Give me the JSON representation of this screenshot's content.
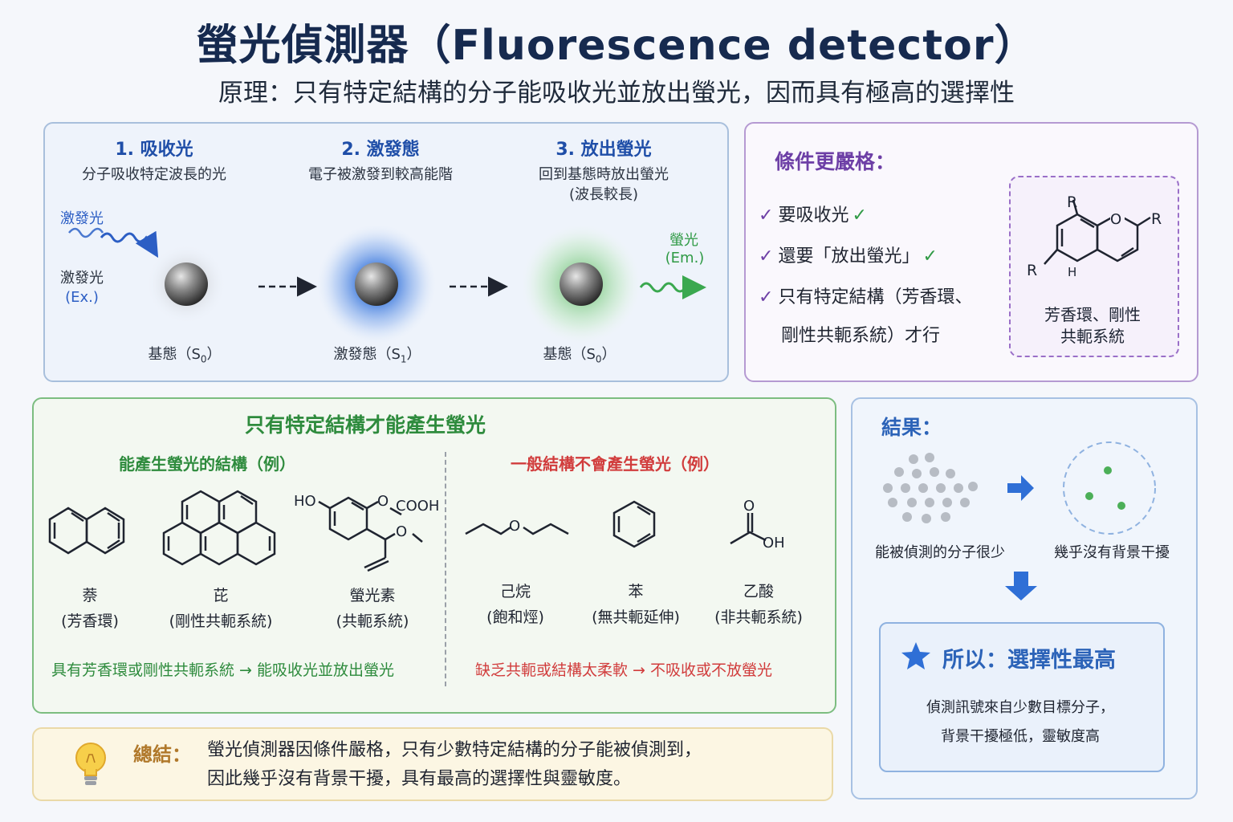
{
  "header": {
    "title": "螢光偵測器（Fluorescence detector）",
    "subtitle": "原理：只有特定結構的分子能吸收光並放出螢光，因而具有極高的選擇性"
  },
  "process": {
    "steps": [
      {
        "title": "1. 吸收光",
        "desc": "分子吸收特定波長的光"
      },
      {
        "title": "2. 激發態",
        "desc": "電子被激發到較高能階"
      },
      {
        "title": "3. 放出螢光",
        "desc_line1": "回到基態時放出螢光",
        "desc_line2": "(波長較長)"
      }
    ],
    "excitation_top": "激發光",
    "excitation_label": "激發光",
    "excitation_abbr": "(Ex.)",
    "emission_label": "螢光",
    "emission_abbr": "(Em.)",
    "states": {
      "ground1_text": "基態（S",
      "ground1_sub": "0",
      "ground1_close": "）",
      "excited_text": "激發態（S",
      "excited_sub": "1",
      "excited_close": "）",
      "ground2_text": "基態（S",
      "ground2_sub": "0",
      "ground2_close": "）"
    },
    "colors": {
      "excited_glow": "#6f9be6",
      "emission_glow": "#9ed7a4",
      "arrow_blue": "#2c5ec4",
      "arrow_green": "#3aa84f"
    }
  },
  "conditions": {
    "heading": "條件更嚴格：",
    "items": [
      {
        "text": "要吸收光",
        "green_check": true
      },
      {
        "text": "還要「放出螢光」",
        "green_check": true
      },
      {
        "text": "只有特定結構（芳香環、",
        "green_check": false
      }
    ],
    "item3_cont": "剛性共軛系統）才行",
    "example_caption_line1": "芳香環、剛性",
    "example_caption_line2": "共軛系統",
    "r_labels": [
      "R",
      "R",
      "R"
    ],
    "ring_o": "O",
    "ring_h": "H"
  },
  "structures": {
    "heading": "只有特定結構才能產生螢光",
    "fluorescent_heading": "能產生螢光的結構（例）",
    "non_fluorescent_heading": "一般結構不會產生螢光（例）",
    "fluorescent": [
      {
        "name": "萘",
        "note": "(芳香環)"
      },
      {
        "name": "芘",
        "note": "(剛性共軛系統)"
      },
      {
        "name": "螢光素",
        "note": "(共軛系統)"
      }
    ],
    "non_fluorescent": [
      {
        "name": "己烷",
        "note": "(飽和烴)"
      },
      {
        "name": "苯",
        "note": "(無共軛延伸)"
      },
      {
        "name": "乙酸",
        "note": "(非共軛系統)"
      }
    ],
    "fluorescein_labels": {
      "ho": "HO",
      "o1": "O",
      "cooh": "COOH",
      "o2": "O"
    },
    "hexane_o": "O",
    "acetic_labels": {
      "o_top": "O",
      "oh": "OH"
    },
    "footer_green": "具有芳香環或剛性共軛系統 → 能吸收光並放出螢光",
    "footer_red": "缺乏共軛或結構太柔軟 → 不吸收或不放螢光"
  },
  "result": {
    "heading": "結果：",
    "left_label": "能被偵測的分子很少",
    "right_label": "幾乎沒有背景干擾",
    "conclusion_title": "所以：選擇性最高",
    "conclusion_line1": "偵測訊號來自少數目標分子，",
    "conclusion_line2": "背景干擾極低，靈敏度高",
    "colors": {
      "dots_gray": "#b7bcc4",
      "dots_green": "#4caf58",
      "arrow": "#2f6fd6",
      "star": "#2f6fd6"
    }
  },
  "summary": {
    "label": "總結：",
    "line1": "螢光偵測器因條件嚴格，只有少數特定結構的分子能被偵測到，",
    "line2": "因此幾乎沒有背景干擾，具有最高的選擇性與靈敏度。",
    "icon": "lightbulb-icon"
  }
}
